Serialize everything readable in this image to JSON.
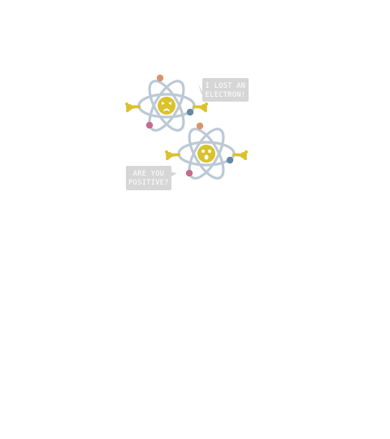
{
  "illustration": {
    "bubble_top": {
      "line1": "I LOST AN",
      "line2": "ELECTRON!"
    },
    "bubble_bottom": {
      "line1": "ARE YOU",
      "line2": "POSITIVE?"
    }
  },
  "colors": {
    "background": "#ffffff",
    "orbit": "#b9c7d3",
    "nucleus": "#d9c22d",
    "arms": "#d9c22d",
    "bubble": "#d6d6d6",
    "bubble_text": "#ffffff",
    "electron_orange": "#d8956b",
    "electron_pink": "#c76b8e",
    "electron_blue": "#6688a6"
  },
  "icons": {
    "atom_sad": "sad-atom-icon",
    "atom_happy": "shocked-atom-icon"
  }
}
